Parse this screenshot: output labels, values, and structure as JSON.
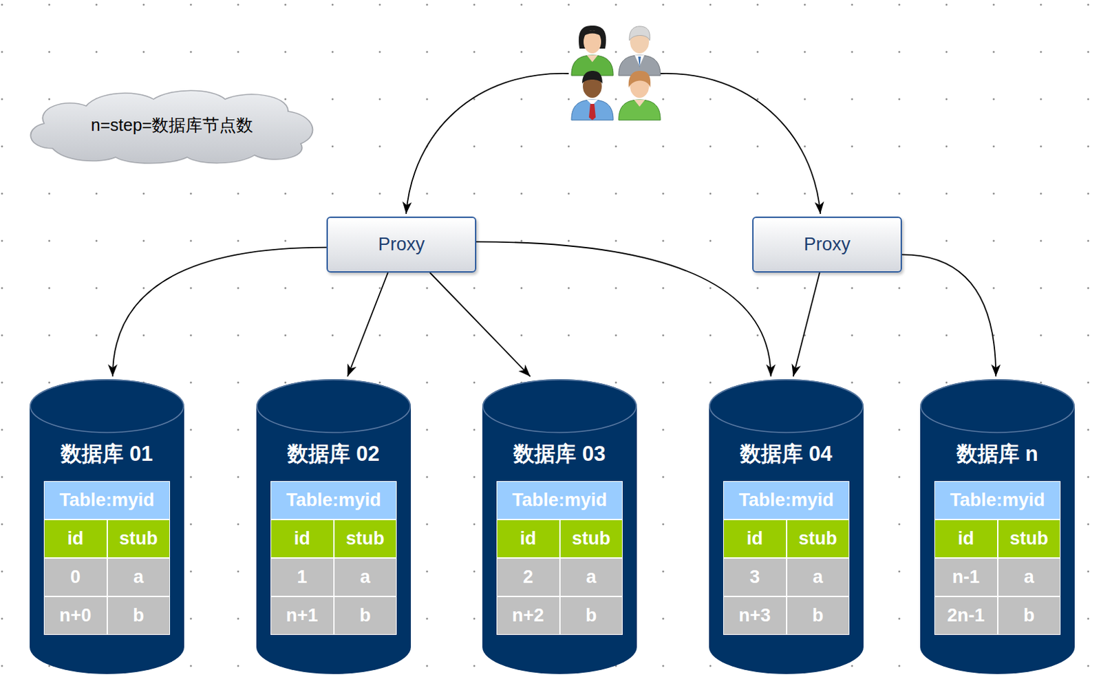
{
  "diagram": {
    "nodes": [
      {
        "text": [
          "n=step=数据库节点数"
        ]
      },
      {
        "text": [
          "Proxy"
        ]
      },
      {
        "text": [
          "Proxy"
        ]
      },
      {
        "text": [
          "数据库 01"
        ]
      },
      {
        "text": [
          "数据库 02"
        ]
      },
      {
        "text": [
          "数据库 03"
        ]
      },
      {
        "text": [
          "数据库 04"
        ]
      },
      {
        "text": [
          "数据库 n"
        ]
      }
    ],
    "edges": [
      {
        "from": 1,
        "to": 3,
        "arrow": "to"
      },
      {
        "from": 1,
        "to": 4,
        "arrow": "to"
      },
      {
        "from": 1,
        "to": 5,
        "arrow": "to"
      },
      {
        "from": 1,
        "to": 6,
        "arrow": "to"
      },
      {
        "from": 2,
        "to": 6,
        "arrow": "to"
      },
      {
        "from": 2,
        "to": 7,
        "arrow": "to"
      }
    ],
    "labels": [
      "Table:myid",
      "id",
      "stub",
      "0",
      "a",
      "n+0",
      "b",
      "Table:myid",
      "id",
      "stub",
      "1",
      "a",
      "n+1",
      "b",
      "Table:myid",
      "id",
      "stub",
      "2",
      "a",
      "n+2",
      "b",
      "Table:myid",
      "id",
      "stub",
      "3",
      "a",
      "n+3",
      "b",
      "Table:myid",
      "id",
      "stub",
      "n-1",
      "a",
      "2n-1",
      "b"
    ]
  }
}
